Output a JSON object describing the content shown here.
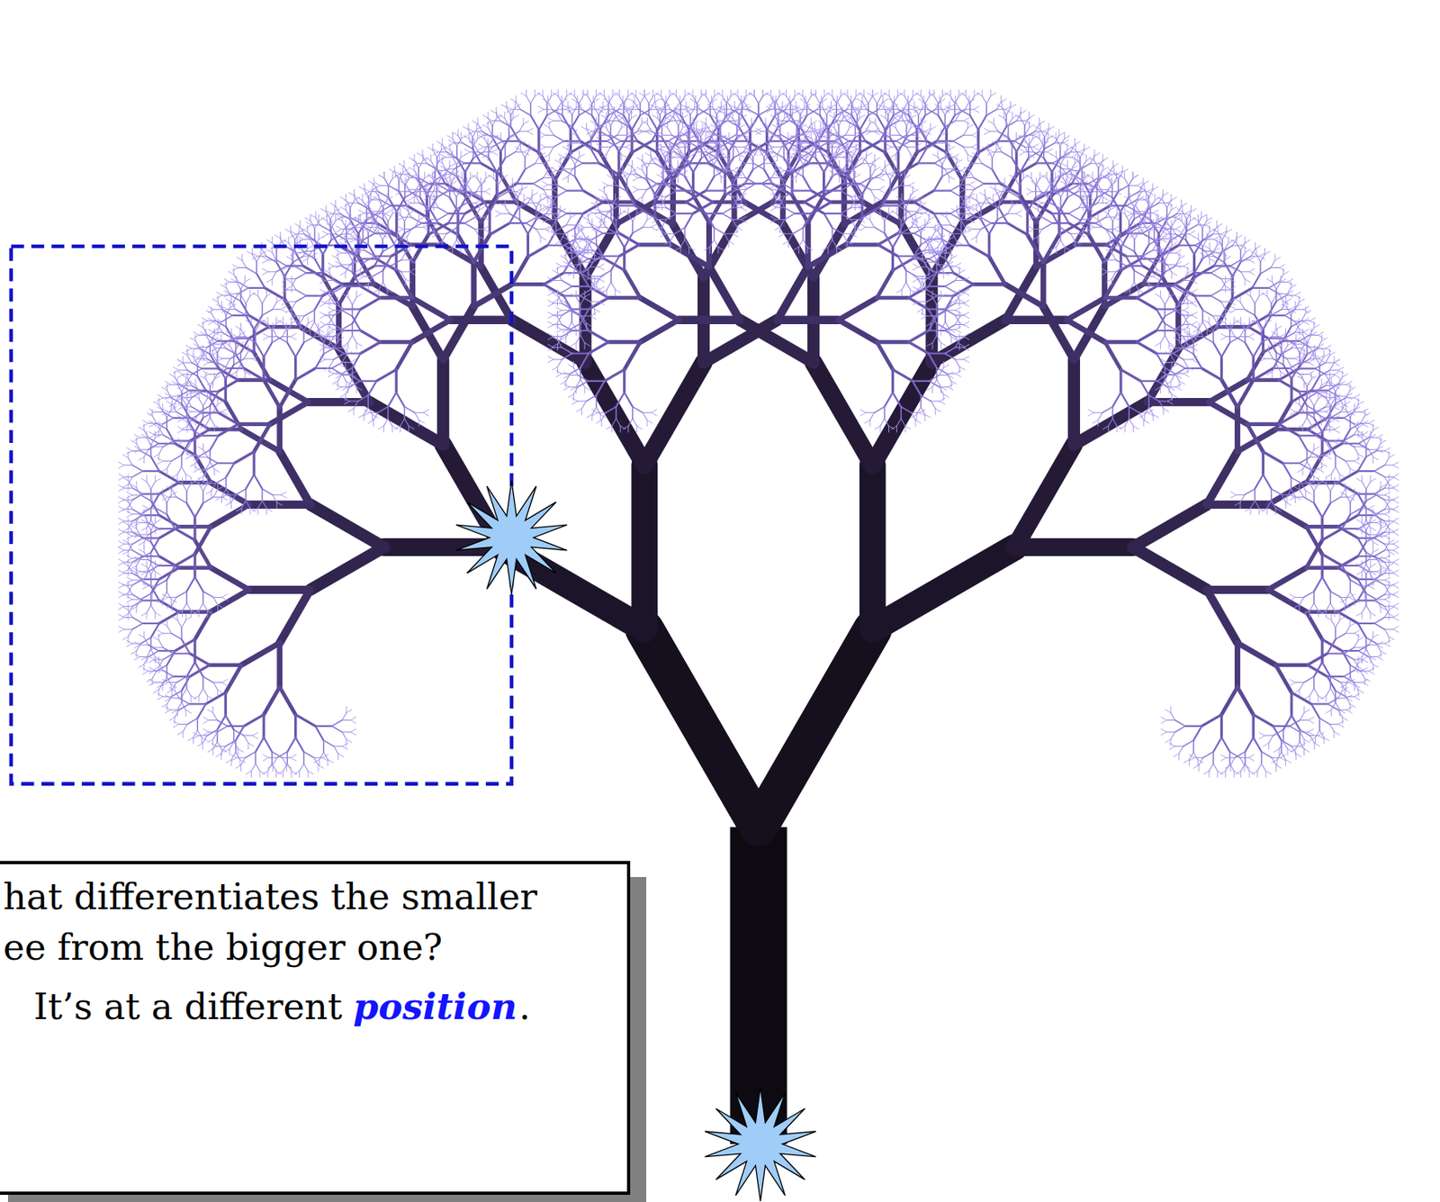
{
  "diagram": {
    "nodes": [
      {
        "text": [
          "hat differentiates the smaller ee from the bigger one?",
          "It’s at a different",
          "position",
          "."
        ]
      }
    ],
    "edges": []
  }
}
